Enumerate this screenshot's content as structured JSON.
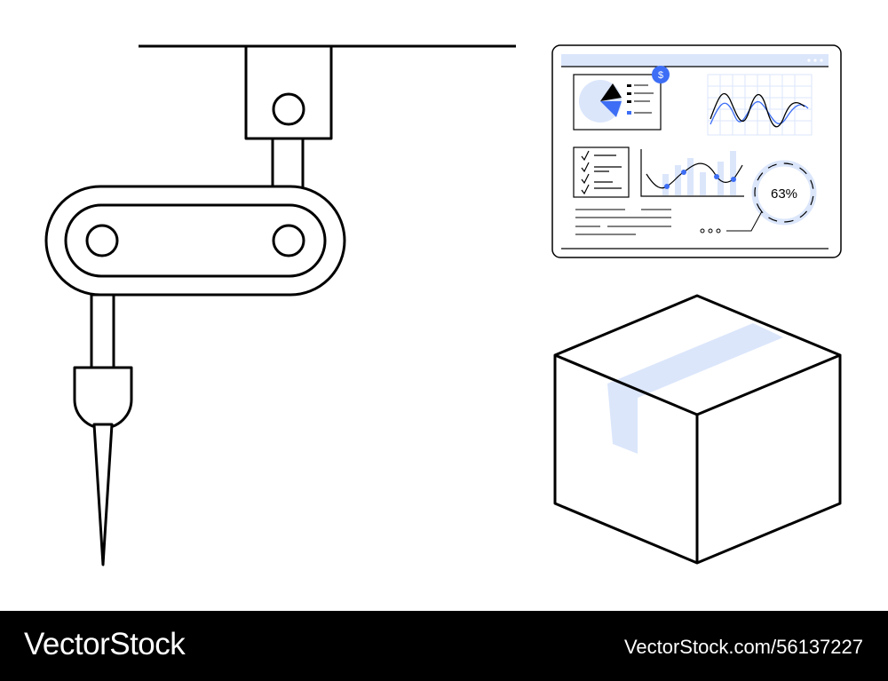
{
  "colors": {
    "stroke": "#000000",
    "accent": "#3d6ef5",
    "accent_light": "#dbe6fb",
    "footer_bg": "#000000",
    "footer_text": "#ffffff"
  },
  "dashboard": {
    "badge_symbol": "$",
    "progress_label": "63%",
    "progress_value": 0.63
  },
  "footer": {
    "brand": "VectorStock",
    "image_ref": "VectorStock.com/56137227"
  }
}
